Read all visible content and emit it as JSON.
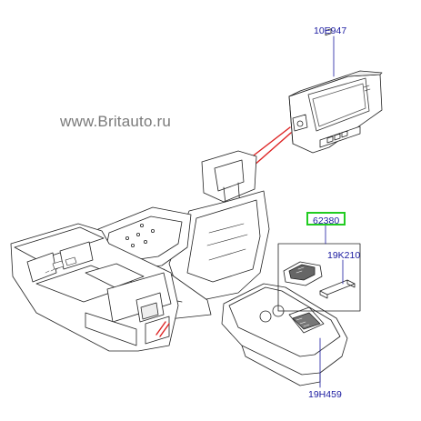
{
  "watermark": "www.Britauto.ru",
  "callouts": {
    "screen_part": "10E947",
    "kit_part": "62380",
    "panel_part": "19K210",
    "console_part": "19H459"
  },
  "colors": {
    "callout_text": "#1a1aa0",
    "leader_line": "#1a1aa0",
    "highlight_box": "#22cc22",
    "pointer_line": "#dd2222"
  }
}
